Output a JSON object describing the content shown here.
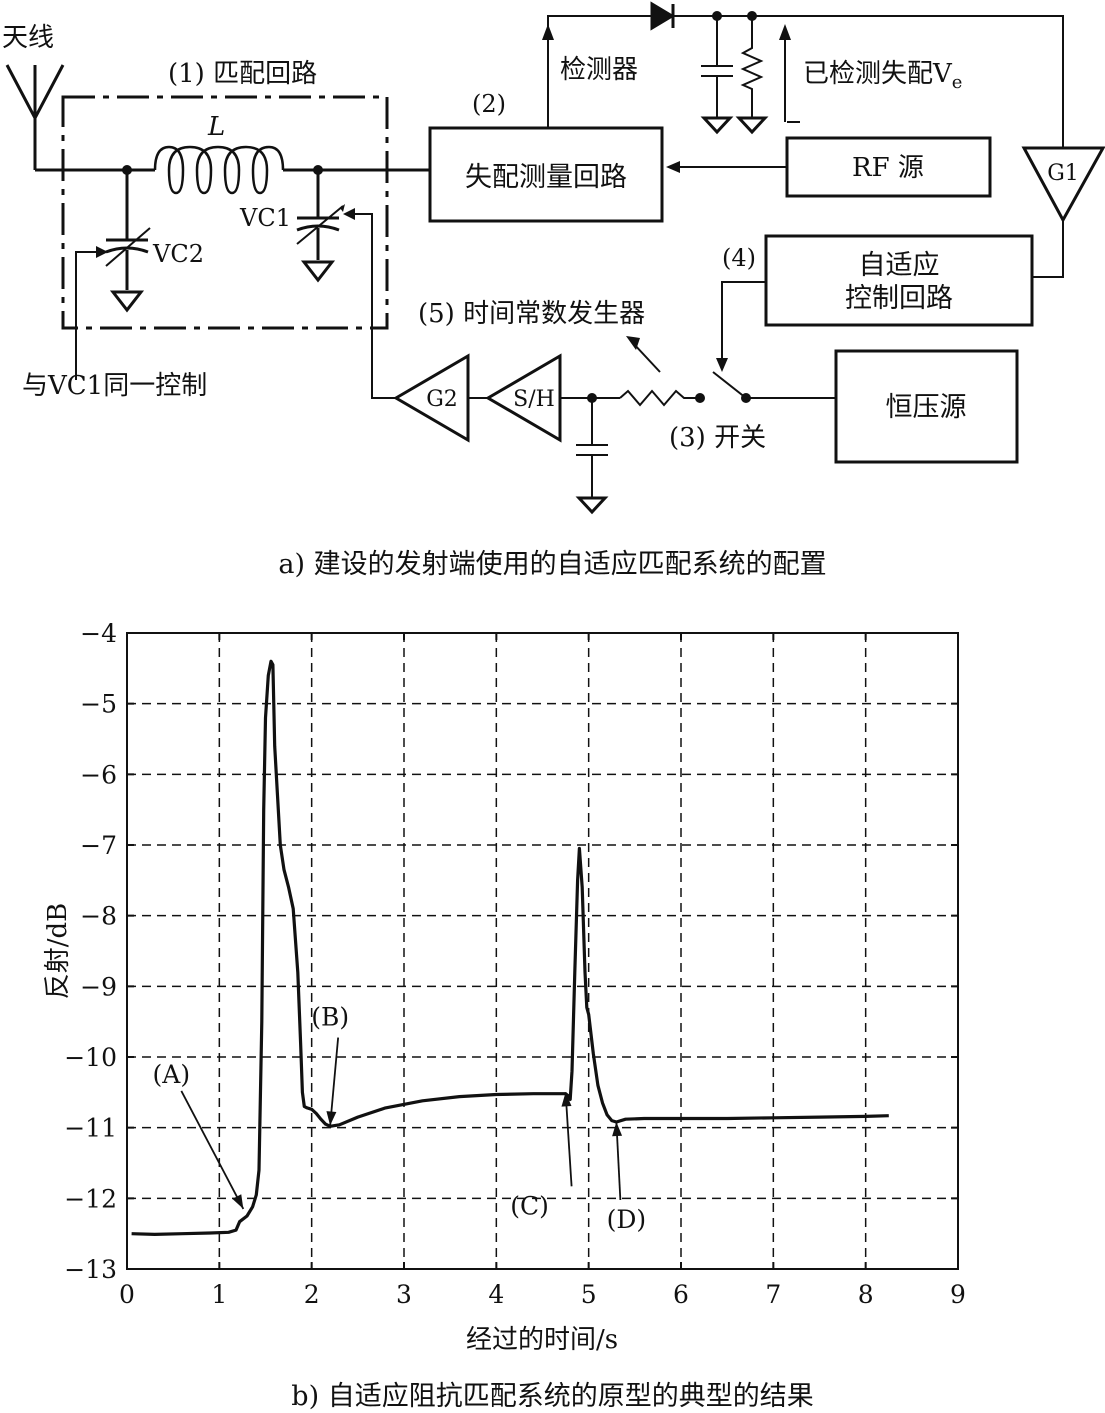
{
  "diagram": {
    "antenna_label": "天线",
    "matching_label": "(1) 匹配回路",
    "inductor_label": "L",
    "vc1_label": "VC1",
    "vc2_label": "VC2",
    "same_control_label": "与VC1同一控制",
    "mismatch_num": "(2)",
    "mismatch_block": "失配测量回路",
    "detector_label": "检测器",
    "detected_label": "已检测失配V",
    "detected_sub": "e",
    "rf_source": "RF 源",
    "g1": "G1",
    "adaptive_num": "(4)",
    "adaptive_line1": "自适应",
    "adaptive_line2": "控制回路",
    "time_const_label": "(5) 时间常数发生器",
    "g2": "G2",
    "sh": "S/H",
    "switch_label": "(3) 开关",
    "const_voltage": "恒压源",
    "caption": "a) 建设的发射端使用的自适应匹配系统的配置"
  },
  "chart_data": {
    "type": "line",
    "xlabel": "经过的时间/s",
    "ylabel": "反射/dB",
    "xlim": [
      0,
      9
    ],
    "ylim": [
      -13,
      -4
    ],
    "xticks": [
      "0",
      "1",
      "2",
      "3",
      "4",
      "5",
      "6",
      "7",
      "8",
      "9"
    ],
    "yticks": [
      "-4",
      "-5",
      "-6",
      "-7",
      "-8",
      "-9",
      "-10",
      "-11",
      "-12",
      "-13"
    ],
    "grid": true,
    "series": [
      {
        "x": [
          0.05,
          0.3,
          0.6,
          0.9,
          1.1,
          1.18,
          1.22,
          1.3,
          1.36,
          1.4,
          1.43,
          1.46,
          1.48,
          1.5,
          1.53,
          1.56,
          1.58,
          1.6,
          1.63,
          1.66,
          1.7,
          1.75,
          1.8,
          1.85,
          1.88,
          1.9,
          1.92,
          1.95,
          2.0,
          2.05,
          2.1,
          2.15,
          2.2,
          2.3,
          2.5,
          2.8,
          3.2,
          3.6,
          4.0,
          4.4,
          4.75,
          4.78,
          4.8,
          4.82,
          4.85,
          4.88,
          4.9,
          4.93,
          4.96,
          4.98,
          5.0,
          5.05,
          5.1,
          5.15,
          5.2,
          5.25,
          5.3,
          5.4,
          5.6,
          6.0,
          6.5,
          7.0,
          7.5,
          8.0,
          8.25
        ],
        "y": [
          -12.5,
          -12.51,
          -12.5,
          -12.49,
          -12.48,
          -12.45,
          -12.33,
          -12.25,
          -12.12,
          -11.95,
          -11.6,
          -9.5,
          -6.5,
          -5.2,
          -4.6,
          -4.4,
          -4.45,
          -5.6,
          -6.3,
          -7.0,
          -7.35,
          -7.6,
          -7.9,
          -8.8,
          -9.8,
          -10.5,
          -10.7,
          -10.72,
          -10.74,
          -10.8,
          -10.88,
          -10.95,
          -10.98,
          -10.96,
          -10.85,
          -10.72,
          -10.62,
          -10.56,
          -10.53,
          -10.52,
          -10.52,
          -10.55,
          -10.6,
          -10.2,
          -8.8,
          -7.5,
          -7.05,
          -7.6,
          -8.8,
          -9.3,
          -9.4,
          -9.95,
          -10.4,
          -10.65,
          -10.82,
          -10.9,
          -10.92,
          -10.88,
          -10.87,
          -10.87,
          -10.87,
          -10.86,
          -10.85,
          -10.84,
          -10.83
        ]
      }
    ],
    "annotations": [
      {
        "text": "(A)",
        "x": 1.26,
        "y": -12.15
      },
      {
        "text": "(B)",
        "x": 2.2,
        "y": -10.97
      },
      {
        "text": "(C)",
        "x": 4.75,
        "y": -10.5
      },
      {
        "text": "(D)",
        "x": 5.3,
        "y": -10.92
      }
    ],
    "caption": "b) 自适应阻抗匹配系统的原型的典型的结果"
  }
}
